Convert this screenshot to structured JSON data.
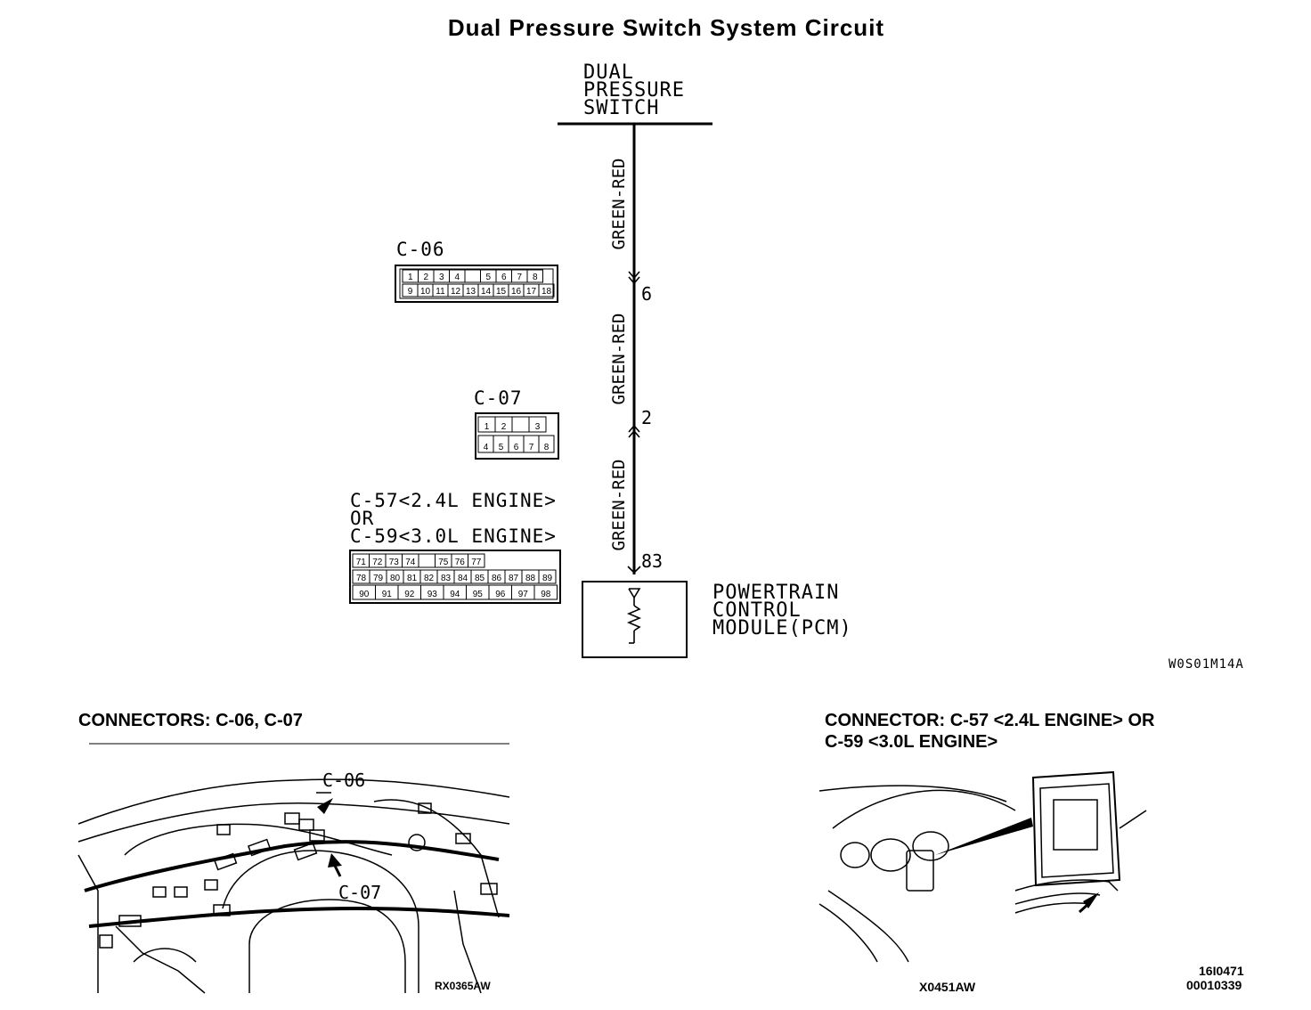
{
  "title": "Dual Pressure Switch System Circuit",
  "switch_label": [
    "DUAL",
    "PRESSURE",
    "SWITCH"
  ],
  "wires": [
    {
      "color_label": "GREEN-RED"
    },
    {
      "color_label": "GREEN-RED"
    },
    {
      "color_label": "GREEN-RED"
    }
  ],
  "pins": {
    "c06": "6",
    "c07": "2",
    "pcm": "83"
  },
  "pcm_label": [
    "POWERTRAIN",
    "CONTROL",
    "MODULE(PCM)"
  ],
  "connectors": {
    "c06": {
      "name": "C-06",
      "row1": [
        "1",
        "2",
        "3",
        "4",
        "",
        "5",
        "6",
        "7",
        "8"
      ],
      "row2": [
        "9",
        "10",
        "11",
        "12",
        "13",
        "14",
        "15",
        "16",
        "17",
        "18"
      ]
    },
    "c07": {
      "name": "C-07",
      "row1": [
        "1",
        "2",
        "",
        "3"
      ],
      "row2": [
        "4",
        "5",
        "6",
        "7",
        "8"
      ]
    },
    "c57": {
      "name_lines": [
        "C-57<2.4L ENGINE>",
        "OR",
        "C-59<3.0L ENGINE>"
      ],
      "row1": [
        "71",
        "72",
        "73",
        "74",
        "",
        "75",
        "76",
        "77"
      ],
      "row2": [
        "78",
        "79",
        "80",
        "81",
        "82",
        "83",
        "84",
        "85",
        "86",
        "87",
        "88",
        "89"
      ],
      "row3": [
        "90",
        "91",
        "92",
        "93",
        "94",
        "95",
        "96",
        "97",
        "98"
      ]
    }
  },
  "diagram_code": "W0S01M14A",
  "left_panel": {
    "heading": "CONNECTORS: C-06, C-07",
    "callout_c06": "C-06",
    "callout_c07": "C-07",
    "code": "RX0365AW"
  },
  "right_panel": {
    "heading_line1": "CONNECTOR: C-57 <2.4L ENGINE> OR",
    "heading_line2": "C-59 <3.0L ENGINE>",
    "code": "X0451AW"
  },
  "doc_ids": [
    "16I0471",
    "00010339"
  ]
}
